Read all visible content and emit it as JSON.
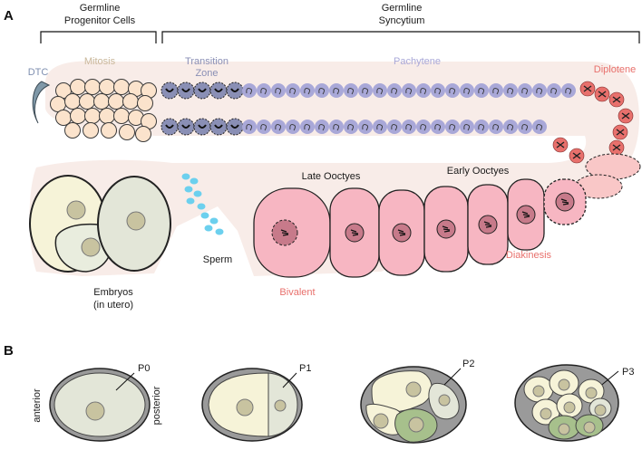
{
  "panel_a": {
    "label": "A",
    "header_left": [
      "Germline",
      "Progenitor Cells"
    ],
    "header_right": [
      "Germline",
      "Syncytium"
    ],
    "dtc": "DTC",
    "mitosis": "Mitosis",
    "transition_zone": [
      "Transition",
      "Zone"
    ],
    "pachytene": "Pachytene",
    "diplotene": "Diplotene",
    "late_oocytes": "Late Ooctyes",
    "early_oocytes": "Early Ooctyes",
    "diakinesis": "Diakinesis",
    "bivalent": "Bivalent",
    "sperm": "Sperm",
    "embryos": [
      "Embryos",
      "(in utero)"
    ]
  },
  "panel_b": {
    "label": "B",
    "anterior": "anterior",
    "posterior": "posterior",
    "cells": [
      "P0",
      "P1",
      "P2",
      "P3"
    ]
  },
  "colors": {
    "mitosis": "#c9b79a",
    "tz": "#8a8fb5",
    "pachytene": "#a9a8d8",
    "diplotene": "#e8706c",
    "oocyte": "#f7b6c2",
    "gonad": "#f8ece8",
    "dtc": "#7f98a8",
    "sperm": "#6cd0ee"
  }
}
